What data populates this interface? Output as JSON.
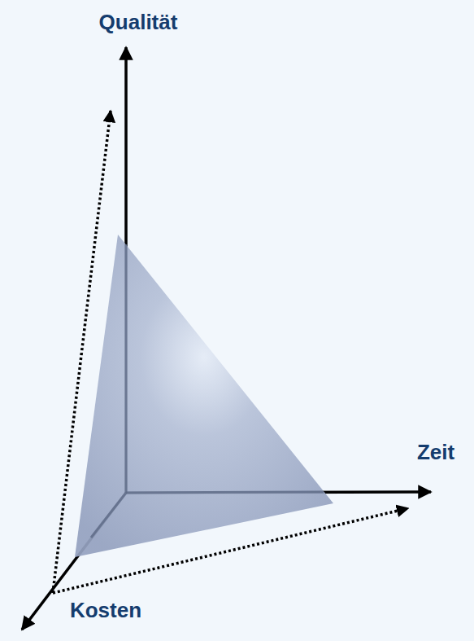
{
  "diagram": {
    "labels": [
      "Qualität",
      "Zeit",
      "Kosten"
    ]
  }
}
